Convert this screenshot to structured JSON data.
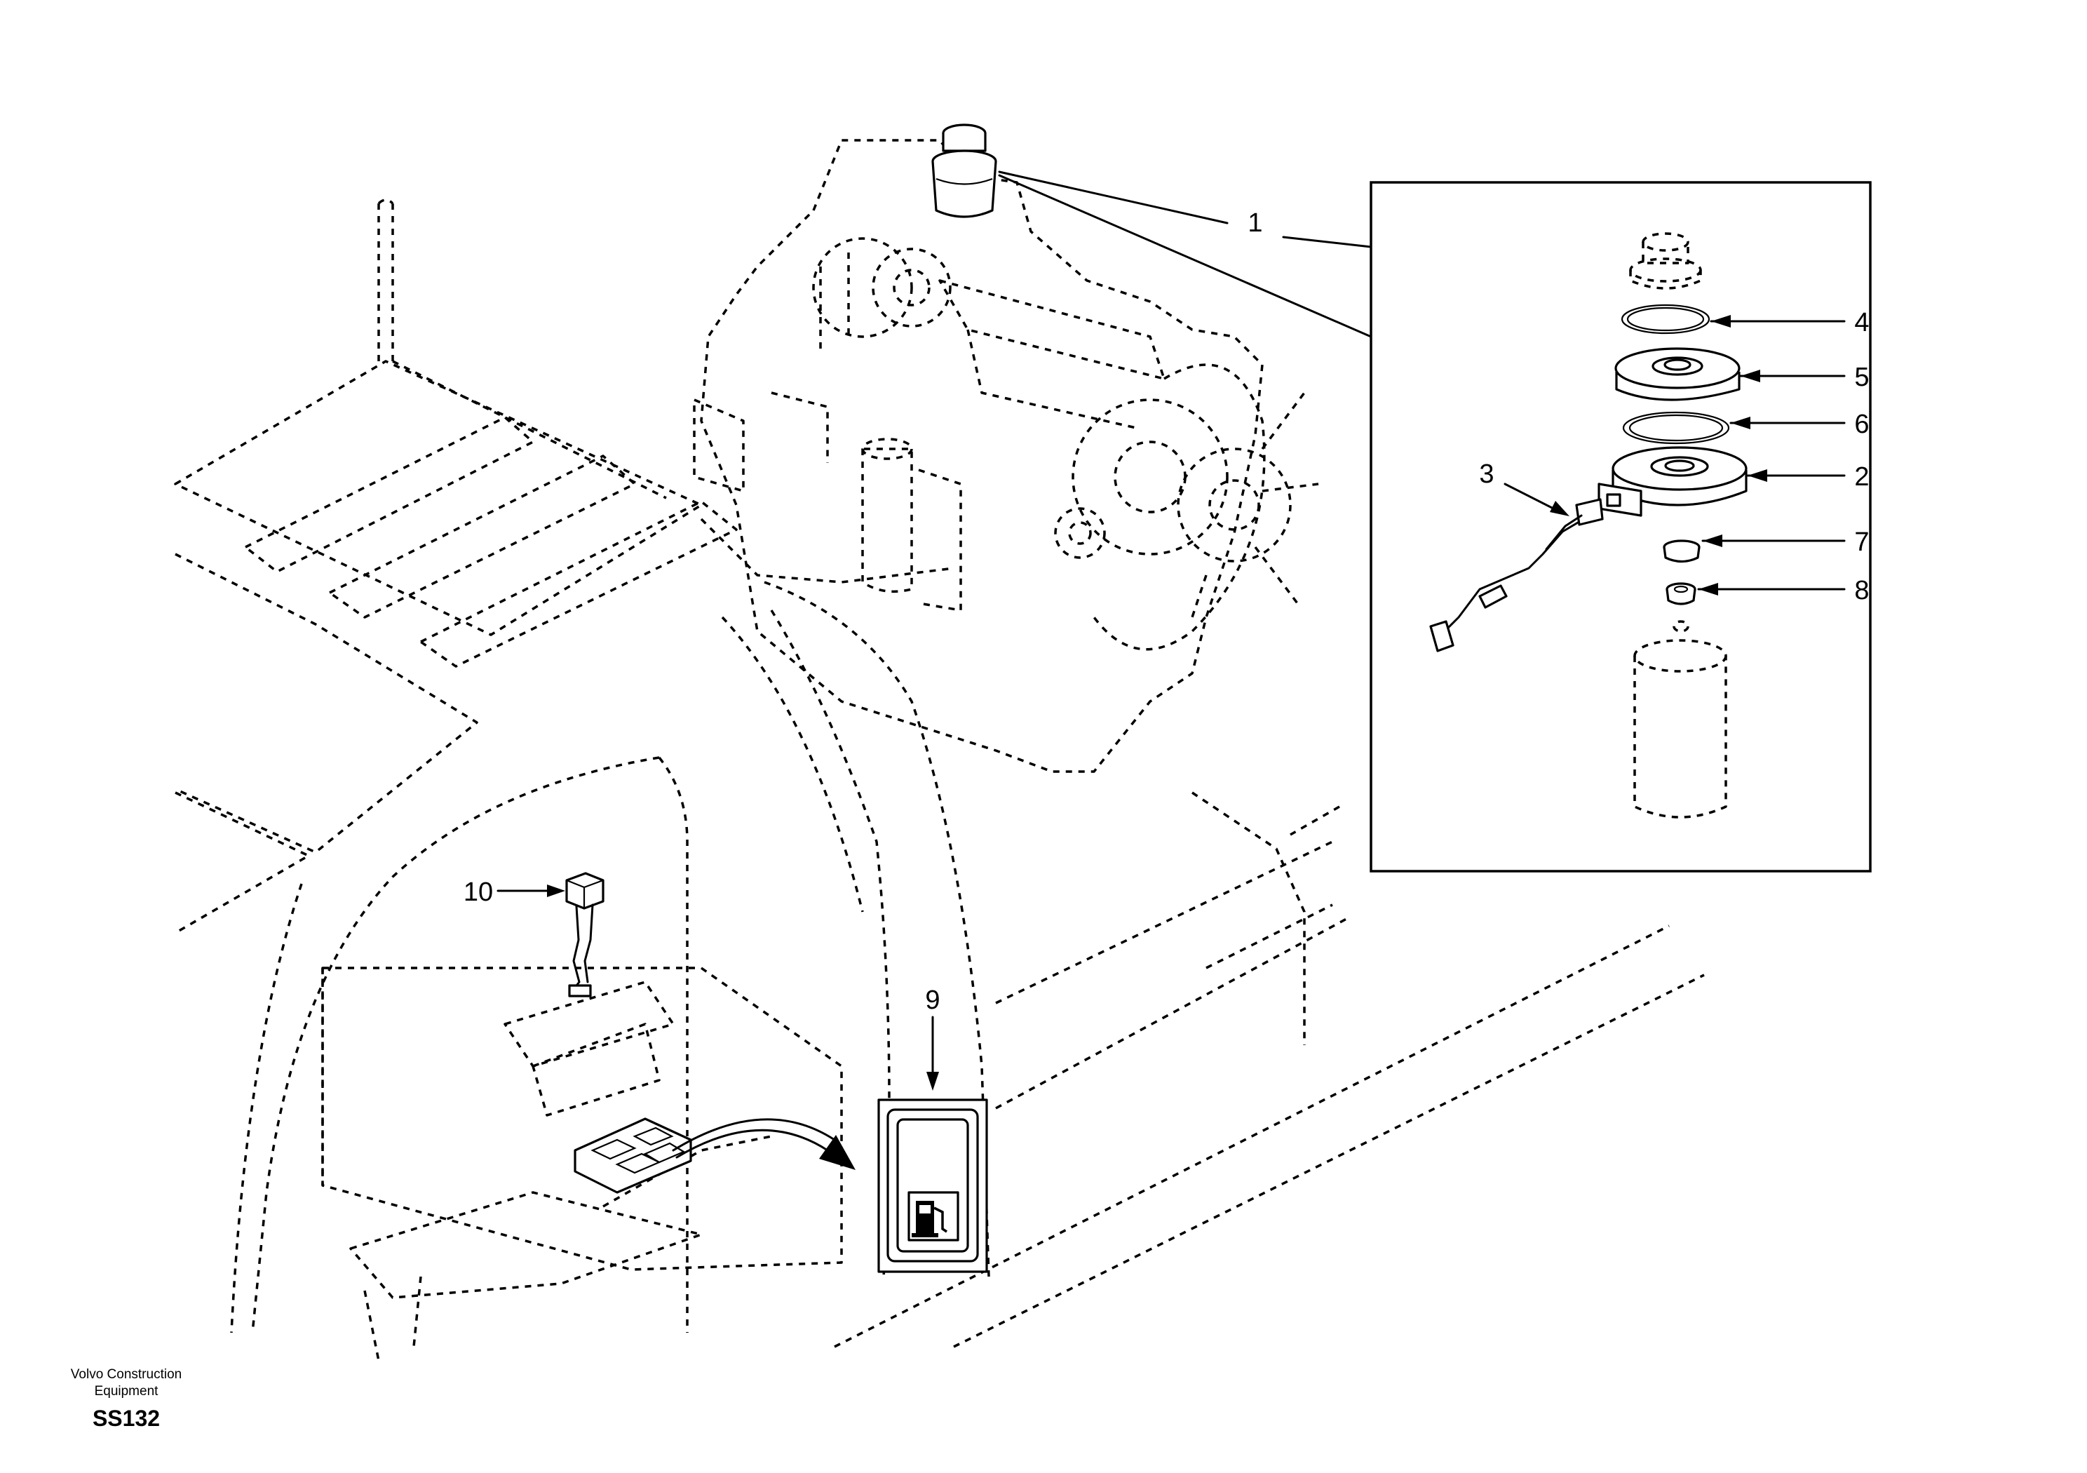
{
  "footer": {
    "company": "Volvo Construction Equipment",
    "code": "SS132"
  },
  "callouts": [
    {
      "id": "1",
      "label": "1"
    },
    {
      "id": "2",
      "label": "2"
    },
    {
      "id": "3",
      "label": "3"
    },
    {
      "id": "4",
      "label": "4"
    },
    {
      "id": "5",
      "label": "5"
    },
    {
      "id": "6",
      "label": "6"
    },
    {
      "id": "7",
      "label": "7"
    },
    {
      "id": "8",
      "label": "8"
    },
    {
      "id": "9",
      "label": "9"
    },
    {
      "id": "10",
      "label": "10"
    }
  ],
  "icons": [
    "fuel-pump-icon"
  ]
}
